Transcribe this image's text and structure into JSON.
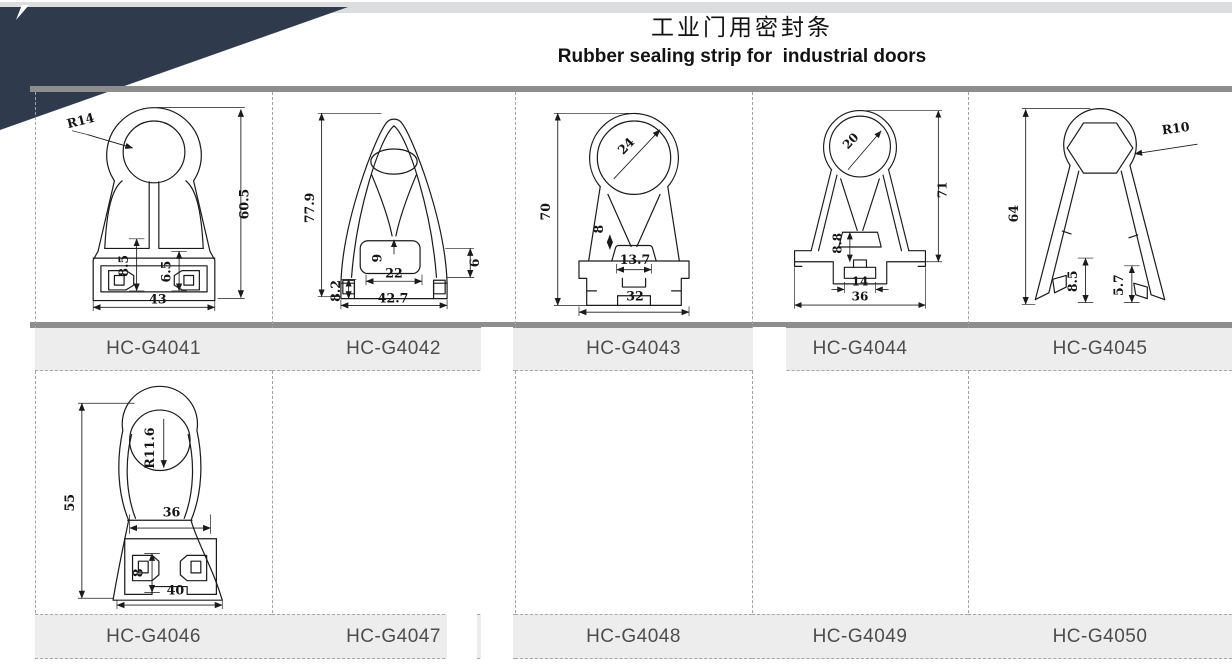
{
  "header": {
    "title_zh": "工业门用密封条",
    "title_en": "Rubber sealing strip for  industrial doors"
  },
  "products": {
    "row1": [
      "HC-G4041",
      "HC-G4042",
      "HC-G4043",
      "HC-G4044",
      "HC-G4045"
    ],
    "row2": [
      "HC-G4046",
      "HC-G4047",
      "HC-G4048",
      "HC-G4049",
      "HC-G4050"
    ]
  },
  "drawings": {
    "g4041": {
      "dim_radius": "R14",
      "dim_height": "60.5",
      "dim_left": "8.5",
      "dim_right": "6.5",
      "dim_width": "43"
    },
    "g4042": {
      "dim_height": "77.9",
      "dim_throat": "9",
      "dim_inner_width": "22",
      "dim_foot": "8.2",
      "dim_width": "42.7",
      "dim_lip": "6"
    },
    "g4043": {
      "dim_bulb": "24",
      "dim_height": "70",
      "dim_throat": "8",
      "dim_inner_width": "13.7",
      "dim_width": "32"
    },
    "g4044": {
      "dim_bulb": "20",
      "dim_height": "71",
      "dim_throat": "8.8",
      "dim_slot": "14",
      "dim_width": "36"
    },
    "g4045": {
      "dim_height": "64",
      "dim_radius": "R10",
      "dim_foot_left": "8.5",
      "dim_foot_right": "5.7"
    },
    "g4046": {
      "dim_height": "55",
      "dim_radius": "R11.6",
      "dim_inner_width": "36",
      "dim_foot": "8",
      "dim_width": "40"
    }
  },
  "colors": {
    "accent_navy": "#2f3b4d",
    "table_border_gray": "#8d8d8d",
    "label_row_bg": "#ededed",
    "drawing_line": "#1b1b1b"
  }
}
